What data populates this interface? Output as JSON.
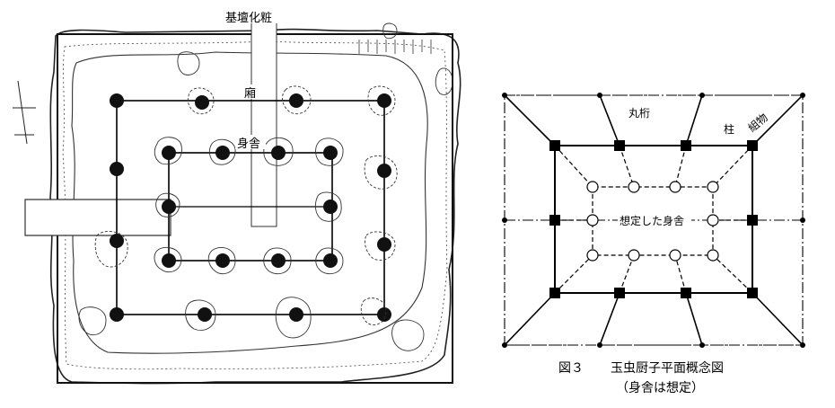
{
  "left_plan": {
    "label_top": "基壇化粧",
    "label_hisashi": "廂",
    "label_moya": "身舎"
  },
  "right_diagram": {
    "label_marugeta": "丸桁",
    "label_hashira": "柱",
    "label_kumimono": "組物",
    "label_center": "想定した身舎"
  },
  "caption": {
    "figure_no": "図３",
    "title": "玉虫厨子平面概念図",
    "note": "（身舎は想定）"
  }
}
